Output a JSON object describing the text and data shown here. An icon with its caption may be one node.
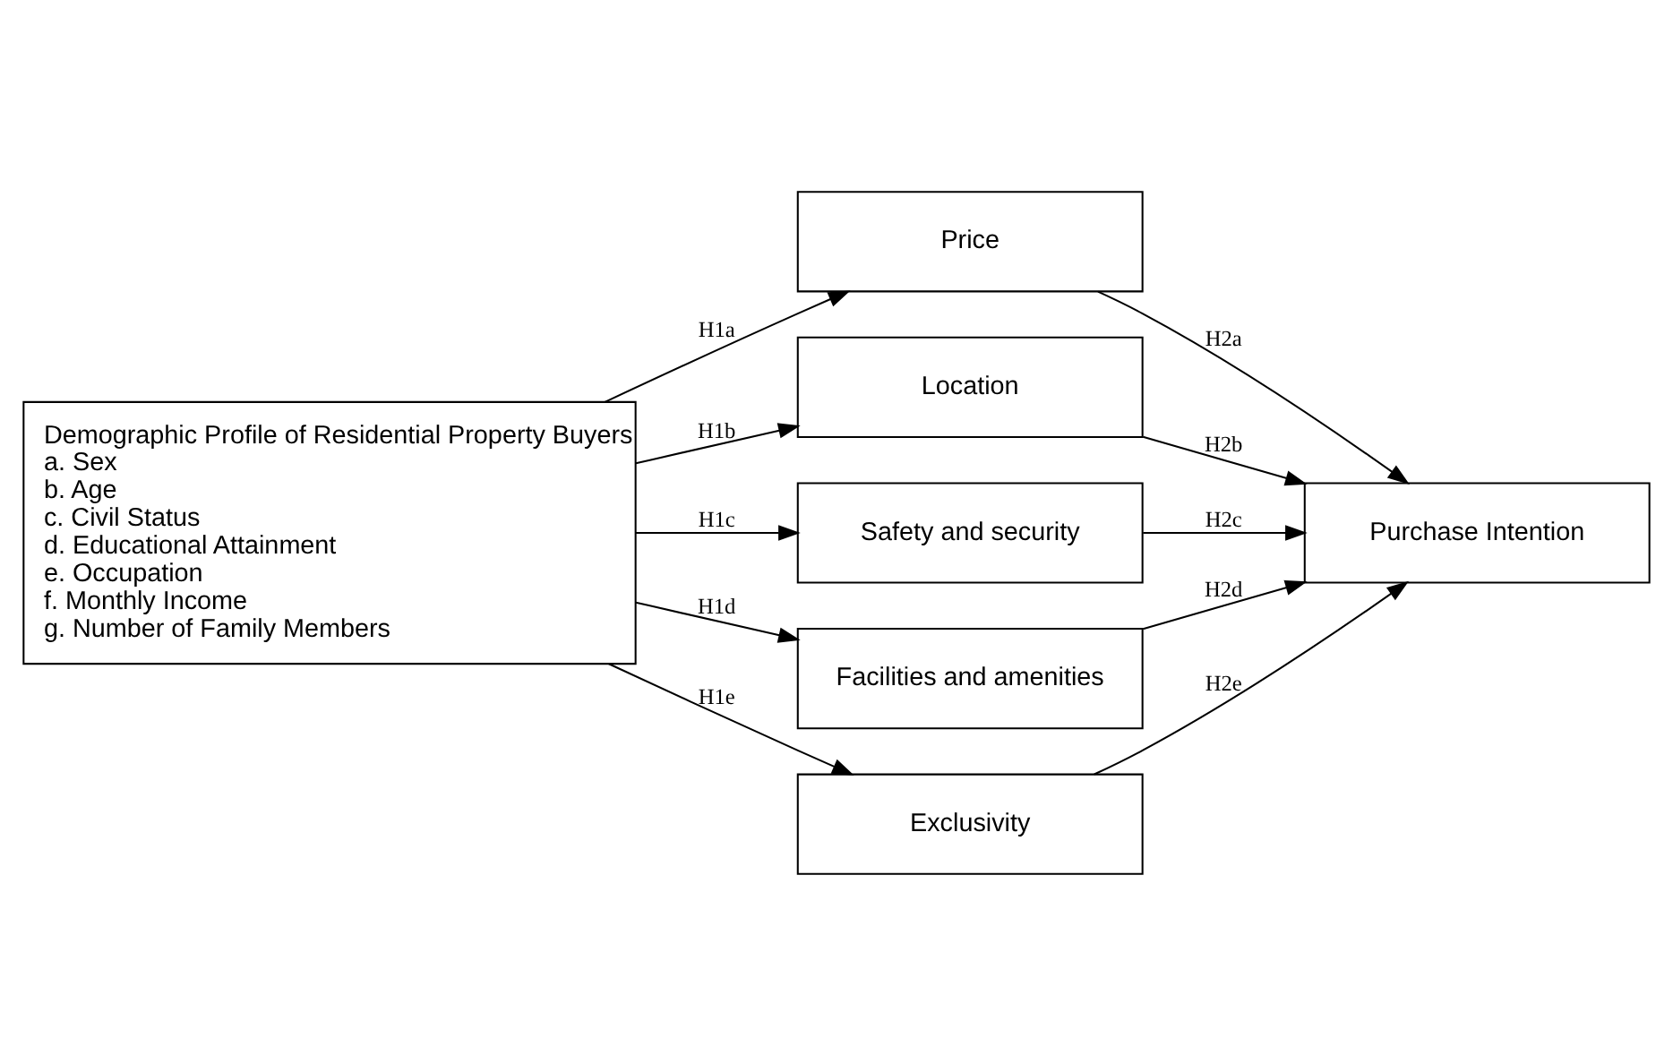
{
  "diagram": {
    "nodes": [
      {
        "text": [
          "Demographic Profile of Residential Property Buyers",
          "a. Sex",
          "b. Age",
          "c. Civil Status",
          "d. Educational Attainment",
          "e. Occupation",
          "f. Monthly Income",
          "g. Number of Family Members"
        ]
      },
      {
        "text": [
          "Price"
        ]
      },
      {
        "text": [
          "Location"
        ]
      },
      {
        "text": [
          "Safety and security"
        ]
      },
      {
        "text": [
          "Facilities and amenities"
        ]
      },
      {
        "text": [
          "Exclusivity"
        ]
      },
      {
        "text": [
          "Purchase Intention"
        ]
      }
    ],
    "edges": [
      {
        "from": 0,
        "to": 1,
        "arrow": "to",
        "label": "H1a"
      },
      {
        "from": 0,
        "to": 2,
        "arrow": "to",
        "label": "H1b"
      },
      {
        "from": 0,
        "to": 3,
        "arrow": "to",
        "label": "H1c"
      },
      {
        "from": 0,
        "to": 4,
        "arrow": "to",
        "label": "H1d"
      },
      {
        "from": 0,
        "to": 5,
        "arrow": "to",
        "label": "H1e"
      },
      {
        "from": 1,
        "to": 6,
        "arrow": "to",
        "label": "H2a"
      },
      {
        "from": 2,
        "to": 6,
        "arrow": "to",
        "label": "H2b"
      },
      {
        "from": 3,
        "to": 6,
        "arrow": "to",
        "label": "H2c"
      },
      {
        "from": 4,
        "to": 6,
        "arrow": "to",
        "label": "H2d"
      },
      {
        "from": 5,
        "to": 6,
        "arrow": "to",
        "label": "H2e"
      }
    ]
  }
}
